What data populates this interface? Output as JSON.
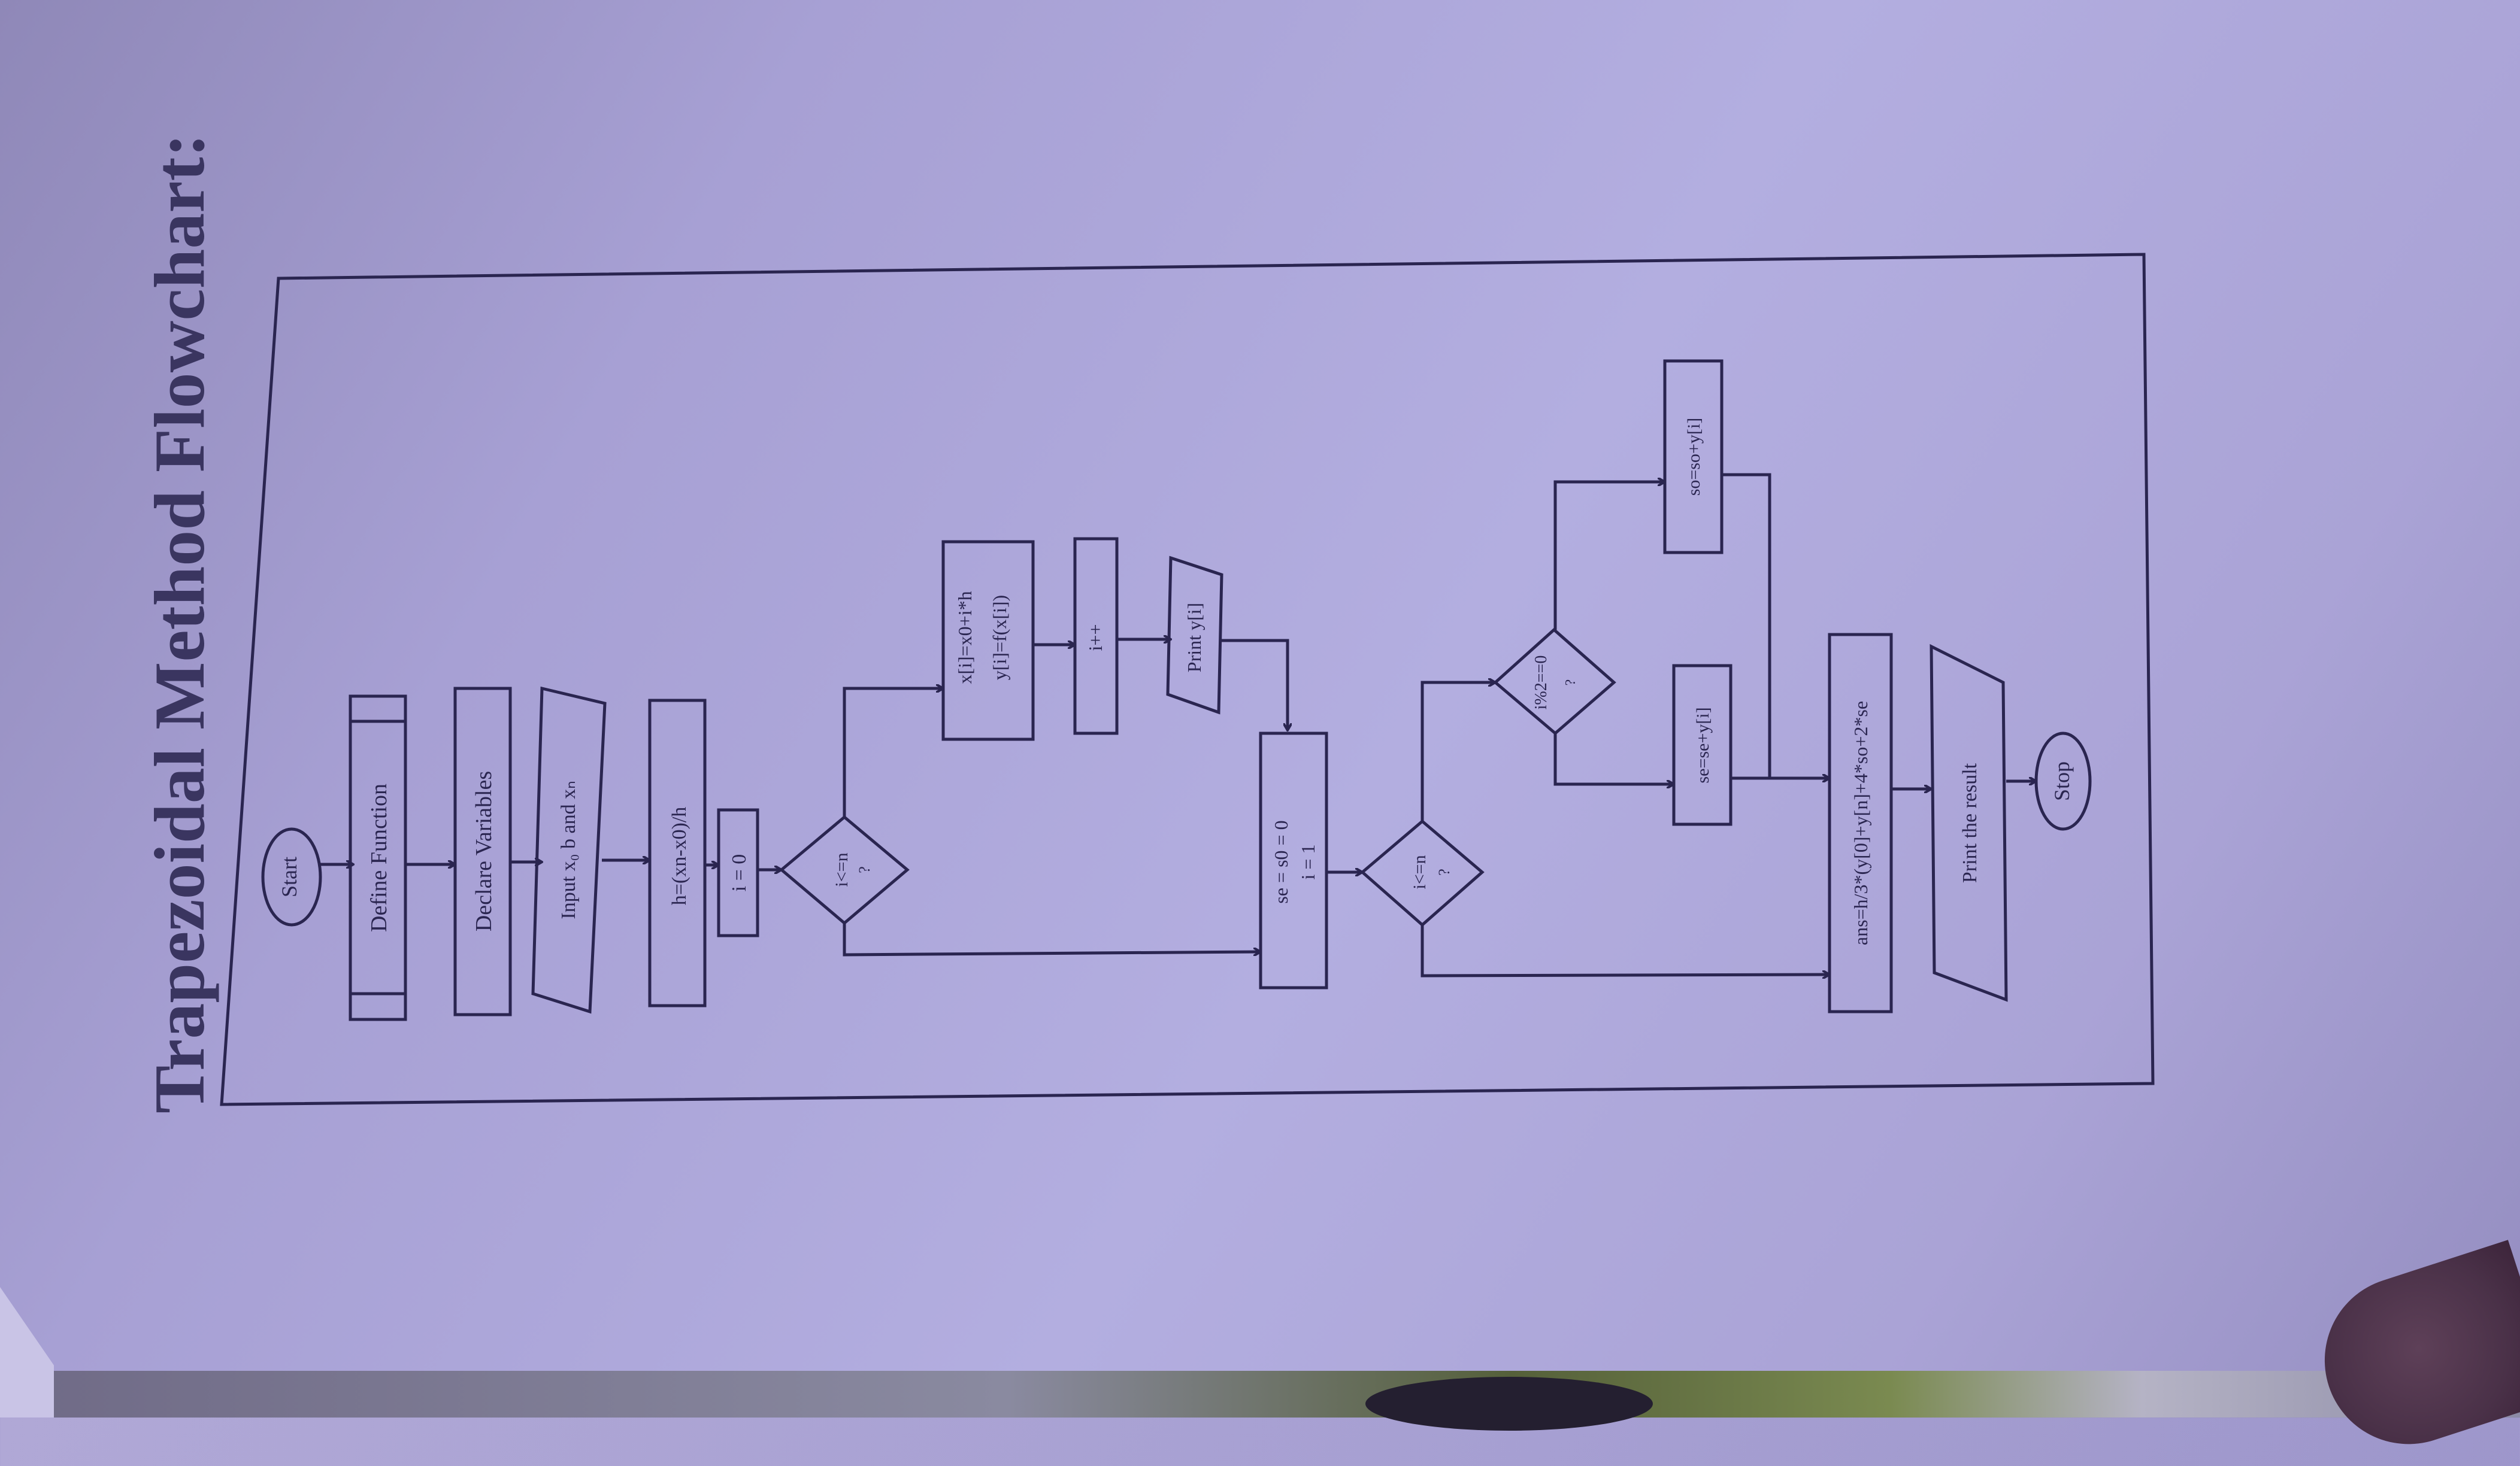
{
  "title": "Trapezoidal Method Flowchart:",
  "nodes": {
    "start": "Start",
    "define_function": "Define Function",
    "declare_variables": "Declare Variables",
    "input": "Input x₀ b and xₙ",
    "compute_h": "h=(xn-x0)/h",
    "init_i": "i = 0",
    "loop1_cond": "i<=n",
    "loop1_q": "?",
    "compute_x": "x[i]=x0+i*h",
    "compute_y": "y[i]=f(x[i])",
    "increment": "i++",
    "print_y": "Print  y[i]",
    "init_sums": "se = s0 = 0",
    "init_i2": "i = 1",
    "loop2_cond": "i<=n",
    "loop2_q": "?",
    "parity_cond": "i%2==0",
    "parity_q": "?",
    "odd_sum": "so=so+y[i]",
    "even_sum": "se=se+y[i]",
    "answer": "ans=h/3*(y[0]+y[n]+4*so+2*se",
    "print_result": "Print the result",
    "stop": "Stop"
  },
  "colors": {
    "ink": "#2a2550",
    "paper": "#aea8dc"
  }
}
